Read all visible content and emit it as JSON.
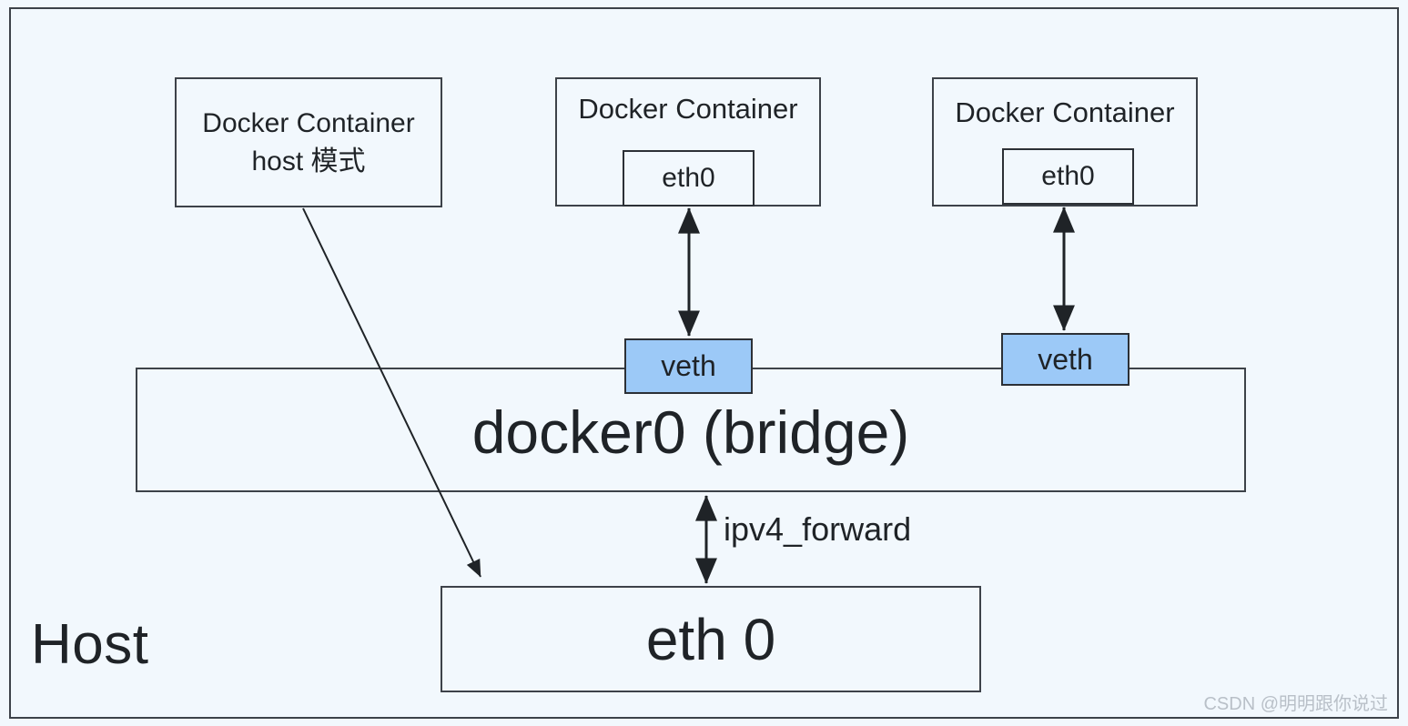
{
  "diagram": {
    "title": "Docker networking host/bridge diagram",
    "host_label": "Host",
    "background_color": "#f2f8fd",
    "border_color": "#3d4249",
    "accent_color": "#9cc9f7",
    "containers": [
      {
        "id": "container-host-mode",
        "title": "Docker Container",
        "subtitle": "host 模式",
        "interface": null
      },
      {
        "id": "container-bridge-1",
        "title": "Docker Container",
        "subtitle": null,
        "interface": "eth0"
      },
      {
        "id": "container-bridge-2",
        "title": "Docker Container",
        "subtitle": null,
        "interface": "eth0"
      }
    ],
    "veth": [
      {
        "id": "veth-left",
        "label": "veth"
      },
      {
        "id": "veth-right",
        "label": "veth"
      }
    ],
    "bridge": {
      "id": "docker0",
      "label": "docker0 (bridge)"
    },
    "host_nic": {
      "id": "host-eth0",
      "label": "eth 0"
    },
    "edge_labels": {
      "ipv4_forward": "ipv4_forward"
    },
    "watermark": "CSDN @明明跟你说过"
  }
}
